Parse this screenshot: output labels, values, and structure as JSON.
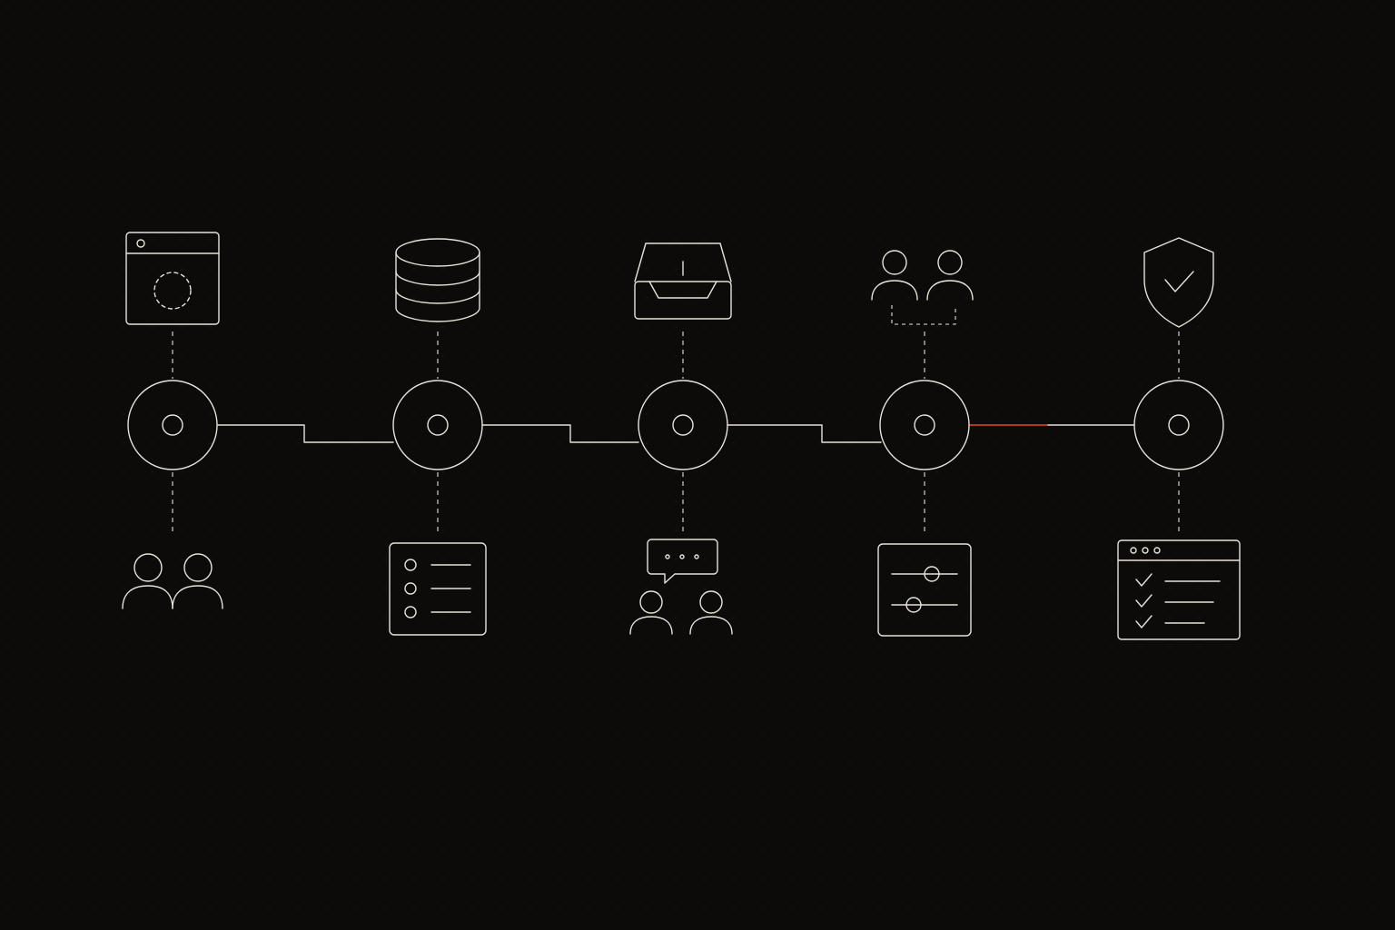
{
  "colors": {
    "background": "#0c0b0a",
    "line": "#e8e2d9",
    "dot_grid": "#2a2724",
    "accent": "#e8492b"
  },
  "diagram": {
    "type": "pipeline",
    "stages": [
      {
        "top_icon": "browser-window-icon",
        "bottom_icon": "users-icon"
      },
      {
        "top_icon": "database-icon",
        "bottom_icon": "list-document-icon"
      },
      {
        "top_icon": "inbox-tray-icon",
        "bottom_icon": "users-chat-icon"
      },
      {
        "top_icon": "team-group-icon",
        "bottom_icon": "sliders-panel-icon"
      },
      {
        "top_icon": "shield-check-icon",
        "bottom_icon": "checklist-window-icon"
      }
    ],
    "highlighted_connection": {
      "from_stage": 4,
      "to_stage": 5
    }
  }
}
